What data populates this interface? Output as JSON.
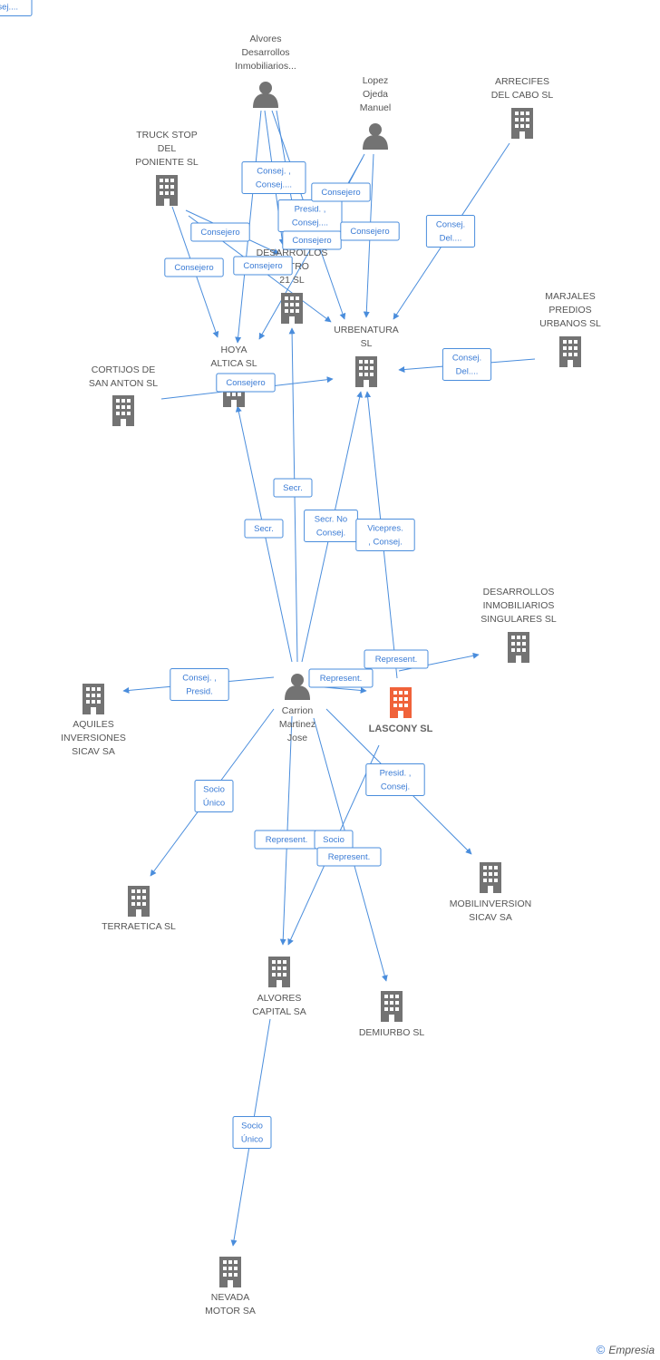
{
  "colors": {
    "edge": "#4a8ddc",
    "node": "#737373",
    "focus": "#f0623a",
    "label": "#555555"
  },
  "nodes": [
    {
      "id": "alvores_des",
      "type": "person",
      "label": [
        "Alvores",
        "Desarrollos",
        "Inmobiliarios..."
      ]
    },
    {
      "id": "lopez",
      "type": "person",
      "label": [
        "Lopez",
        "Ojeda",
        "Manuel"
      ]
    },
    {
      "id": "arrecifes",
      "type": "company",
      "label": [
        "ARRECIFES",
        "DEL CABO  SL"
      ]
    },
    {
      "id": "truck",
      "type": "company",
      "label": [
        "TRUCK STOP",
        "DEL",
        "PONIENTE SL"
      ]
    },
    {
      "id": "des_metro",
      "type": "company",
      "label": [
        "DESARROLLOS",
        "METRO",
        "21 SL"
      ]
    },
    {
      "id": "urbenatura",
      "type": "company",
      "label": [
        "URBENATURA",
        "SL"
      ]
    },
    {
      "id": "marjales",
      "type": "company",
      "label": [
        "MARJALES",
        "PREDIOS",
        "URBANOS  SL"
      ]
    },
    {
      "id": "hoya",
      "type": "company",
      "label": [
        "HOYA",
        "ALTICA SL"
      ]
    },
    {
      "id": "cortijos",
      "type": "company",
      "label": [
        "CORTIJOS DE",
        "SAN ANTON  SL"
      ]
    },
    {
      "id": "des_sing",
      "type": "company",
      "label": [
        "DESARROLLOS",
        "INMOBILIARIOS",
        "SINGULARES SL"
      ]
    },
    {
      "id": "carrion",
      "type": "person",
      "label": [
        "Carrion",
        "Martinez",
        "Jose"
      ]
    },
    {
      "id": "lascony",
      "type": "focus",
      "label": [
        "LASCONY SL"
      ]
    },
    {
      "id": "aquiles",
      "type": "company",
      "label": [
        "AQUILES",
        "INVERSIONES",
        "SICAV SA"
      ]
    },
    {
      "id": "terraetica",
      "type": "company",
      "label": [
        "TERRAETICA SL"
      ]
    },
    {
      "id": "mobilinv",
      "type": "company",
      "label": [
        "MOBILINVERSION",
        "SICAV SA"
      ]
    },
    {
      "id": "alvores_cap",
      "type": "company",
      "label": [
        "ALVORES",
        "CAPITAL SA"
      ]
    },
    {
      "id": "demiurbo",
      "type": "company",
      "label": [
        "DEMIURBO SL"
      ]
    },
    {
      "id": "nevada",
      "type": "company",
      "label": [
        "NEVADA",
        "MOTOR SA"
      ]
    }
  ],
  "edges": [
    {
      "from": "alvores_des",
      "to": "hoya",
      "label": []
    },
    {
      "from": "alvores_des",
      "to": "des_metro",
      "label": [
        "Consej. ,",
        "Consej...."
      ]
    },
    {
      "from": "alvores_des",
      "to": "urbenatura",
      "label": [
        "Presid. ,",
        "Consej...."
      ]
    },
    {
      "from": "alvores_des",
      "to": "des_metro",
      "label": [
        "Consejero"
      ]
    },
    {
      "from": "lopez",
      "to": "des_metro",
      "label": [
        "Consejero"
      ]
    },
    {
      "from": "lopez",
      "to": "urbenatura",
      "label": [
        "Consejero"
      ]
    },
    {
      "from": "lopez",
      "to": "hoya",
      "label": [
        "Consej. ,",
        "Consej...."
      ]
    },
    {
      "from": "arrecifes",
      "to": "urbenatura",
      "label": [
        "Consej.",
        "Del...."
      ]
    },
    {
      "from": "truck",
      "to": "hoya",
      "label": [
        "Consejero"
      ]
    },
    {
      "from": "truck",
      "to": "des_metro",
      "label": [
        "Consejero"
      ]
    },
    {
      "from": "truck",
      "to": "urbenatura",
      "label": [
        "Consejero"
      ]
    },
    {
      "from": "marjales",
      "to": "urbenatura",
      "label": [
        "Consej.",
        "Del...."
      ]
    },
    {
      "from": "cortijos",
      "to": "urbenatura",
      "label": [
        "Consejero"
      ]
    },
    {
      "from": "carrion",
      "to": "hoya",
      "label": [
        "Secr."
      ]
    },
    {
      "from": "carrion",
      "to": "des_metro",
      "label": [
        "Secr."
      ]
    },
    {
      "from": "carrion",
      "to": "urbenatura",
      "label": [
        "Secr. No",
        "Consej."
      ]
    },
    {
      "from": "lascony",
      "to": "urbenatura",
      "label": [
        "Vicepres.",
        ", Consej."
      ]
    },
    {
      "from": "lascony",
      "to": "des_sing",
      "label": [
        "Represent."
      ]
    },
    {
      "from": "carrion",
      "to": "lascony",
      "label": [
        "Represent."
      ]
    },
    {
      "from": "carrion",
      "to": "aquiles",
      "label": [
        "Consej. ,",
        "Presid."
      ]
    },
    {
      "from": "carrion",
      "to": "terraetica",
      "label": [
        "Socio",
        "Único"
      ]
    },
    {
      "from": "carrion",
      "to": "mobilinv",
      "label": [
        "Presid. ,",
        "Consej."
      ]
    },
    {
      "from": "carrion",
      "to": "alvores_cap",
      "label": [
        "Represent."
      ]
    },
    {
      "from": "carrion",
      "to": "demiurbo",
      "label": [
        "Socio"
      ]
    },
    {
      "from": "lascony",
      "to": "alvores_cap",
      "label": [
        "Represent."
      ]
    },
    {
      "from": "alvores_cap",
      "to": "nevada",
      "label": [
        "Socio",
        "Único"
      ]
    }
  ],
  "footer": {
    "symbol": "©",
    "brand": "Empresia"
  }
}
